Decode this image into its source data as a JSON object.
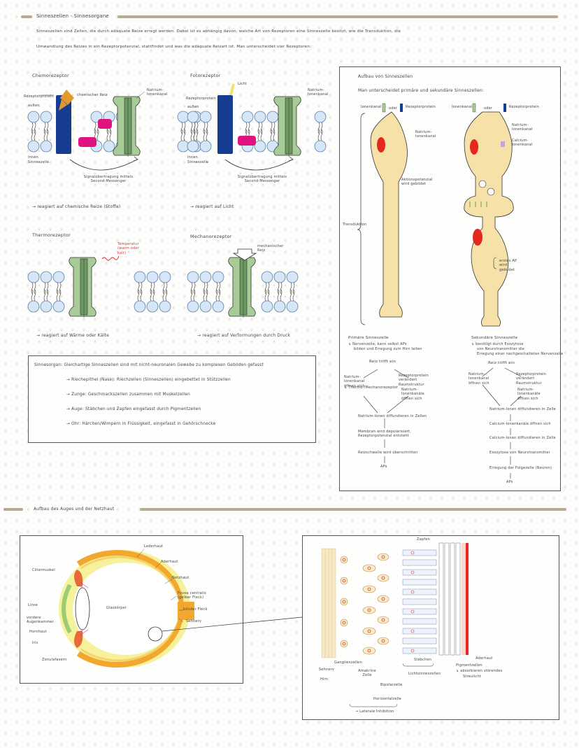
{
  "header": {
    "title": "Sinneszellen - Sinnesorgane",
    "intro_line1": "Sinneszellen sind Zellen, die durch adäquate Reize erregt werden. Dabei ist es abhängig davon, welche Art von Rezeptoren eine Sinneszelle besitzt, wie die Transduktion, die",
    "intro_line2": "Umwandlung des Reizes in ein Rezeptorpotenzial, stattfindet und was die adäquate Reizart ist. Man unterscheidet vier Rezeptoren:"
  },
  "receptors": {
    "chemo": {
      "title": "Chemorezeptor",
      "label_rezeptorprotein": "Rezeptorprotein",
      "label_aussen": "außen",
      "label_innen": "innen",
      "label_sinneszelle": "Sinneszelle",
      "label_reiz": "chemischer Reiz",
      "label_kanal": "Natrium-Ionenkanal",
      "label_signal": "Signalübertragung mittels Second-Messenger",
      "note": "→ reagiert auf chemische Reize (Stoffe)"
    },
    "foto": {
      "title": "Fotorezeptor",
      "label_licht": "Licht",
      "label_rezeptorprotein": "Rezeptorprotein",
      "label_aussen": "außen",
      "label_innen": "innen",
      "label_sinneszelle": "Sinneszelle",
      "label_kanal": "Natrium-Ionenkanal",
      "label_signal": "Signalübertragung mittels Second-Messenger",
      "note": "→ reagiert auf Licht"
    },
    "thermo": {
      "title": "Thermorezeptor",
      "label_temp": "Temperatur (warm oder kalt)",
      "note": "→ reagiert auf Wärme oder Kälte"
    },
    "mechano": {
      "title": "Mechanorezeptor",
      "label_reiz": "mechanischer Reiz",
      "note": "→ reagiert auf Verformungen durch Druck"
    }
  },
  "sinnesorgan": {
    "line1": "Sinnesorgan: Gleichartige Sinneszellen sind mit nicht-neuronalen Gewebe zu komplexen Gebilden gefasst",
    "line2": "→ Riechepithel (Nase): Riechzellen (Sinneszellen) eingebettet in Stützzellen",
    "line3": "→ Zunge: Geschmackszellen zusammen mit Muskelzellen",
    "line4": "→ Auge: Stäbchen und Zapfen eingefasst durch Pigmentzellen",
    "line5": "→ Ohr: Härchen/Wimpern in Flüssigkeit, eingefasst in Gehörschnecke"
  },
  "aufbau": {
    "title": "Aufbau von Sinneszellen",
    "subtitle": "Man unterscheidet primäre und sekundäre Sinneszellen:",
    "label_ionenkanal": "Ionenkanal",
    "label_oder": "oder",
    "label_rezeptorprotein": "Rezeptorprotein",
    "label_natrium": "Natrium-Ionenkanal",
    "label_ap": "Aktionspotenzial wird gebildet",
    "label_transduktion": "Transduktion",
    "label_calcium": "Calcium-Ionenkanal",
    "label_erstes_ap": "erstes AP wird gebildet",
    "primaer": {
      "title": "Primäre Sinneszelle",
      "desc1": "↳ Nervenzelle, kann selbst APs",
      "desc2": "bilden und Erregung zum Hirn leiten",
      "reiz": "Reiz trifft ein",
      "left1": "Natrium-Ionenkanal öffnen sich",
      "left2": "↳ Thermo-/Mechanorezeptor",
      "right1": "Rezeptorprotein verändert Raumstruktur",
      "right2": "Natrium-Ionenkanäle öffnen sich",
      "step1": "Natrium-Ionen diffundieren in Zellen",
      "step2": "Membran wird depolarisiert, Rezeptorpotenzial entsteht",
      "step3": "Reizschwelle wird überschritten",
      "step4": "APs"
    },
    "sekundaer": {
      "title": "Sekundäre Sinneszelle",
      "desc1": "↳ benötigt durch Exozytose",
      "desc2": "von Neurotransmitter die",
      "desc3": "Erregung einer nachgeschalteten Nervenzelle",
      "reiz": "Reiz trifft ein",
      "left1": "Natrium-Ionenkanal öffnen sich",
      "right1": "Rezeptorprotein verändert Raumstruktur",
      "right2": "Natrium-Ionenkanäle öffnen sich",
      "step1": "Natrium-Ionen diffundieren in Zelle",
      "step2": "Calcium-Ionenkanäle öffnen sich",
      "step3": "Calcium-Ionen diffundieren in Zelle",
      "step4": "Exozytose von Neurotransmitter",
      "step5": "Erregung der Folgezelle (Neuron)",
      "step6": "APs"
    }
  },
  "auge": {
    "section_title": "Aufbau des Auges und der Netzhaut",
    "lederhaut": "Lederhaut",
    "aderhaut": "Aderhaut",
    "netzhaut": "Netzhaut",
    "fovea": "Fovea centralis (gelber Fleck)",
    "blinder_fleck": "blinder Fleck",
    "sehnerv": "Sehnerv",
    "ciliarmuskel": "Ciliarmuskel",
    "linse": "Linse",
    "vordere_augenkammer": "vordere Augenkammer",
    "hornhaut": "Hornhaut",
    "iris": "Iris",
    "zonulafasern": "Zonulafasern",
    "glaskoerper": "Glaskörper"
  },
  "netzhaut": {
    "zapfen": "Zapfen",
    "staebchen": "Stäbchen",
    "lichtsinneszellen": "Lichtsinneszellen",
    "aderhaut": "Aderhaut",
    "pigmentzellen": "Pigmentzellen",
    "pigment_desc1": "↳ absorbieren störendes",
    "pigment_desc2": "Streulicht",
    "ganglienzellen": "Ganglienzellen",
    "sehnerv": "Sehnerv",
    "hirn": "Hirn",
    "amakrine": "Amakrine Zelle",
    "bipolarzelle": "Bipolarzelle",
    "horizontalzelle": "Horizontalzelle",
    "laterale": "→ Laterale Inhibition"
  },
  "colors": {
    "accent": "#b9aa95",
    "cell_fill": "#f6e1a8",
    "nucleus": "#e5281e",
    "channel": "#7ea873",
    "receptor_blue": "#173d93",
    "magenta": "#e0127f",
    "membrane": "#cfe0f2"
  }
}
